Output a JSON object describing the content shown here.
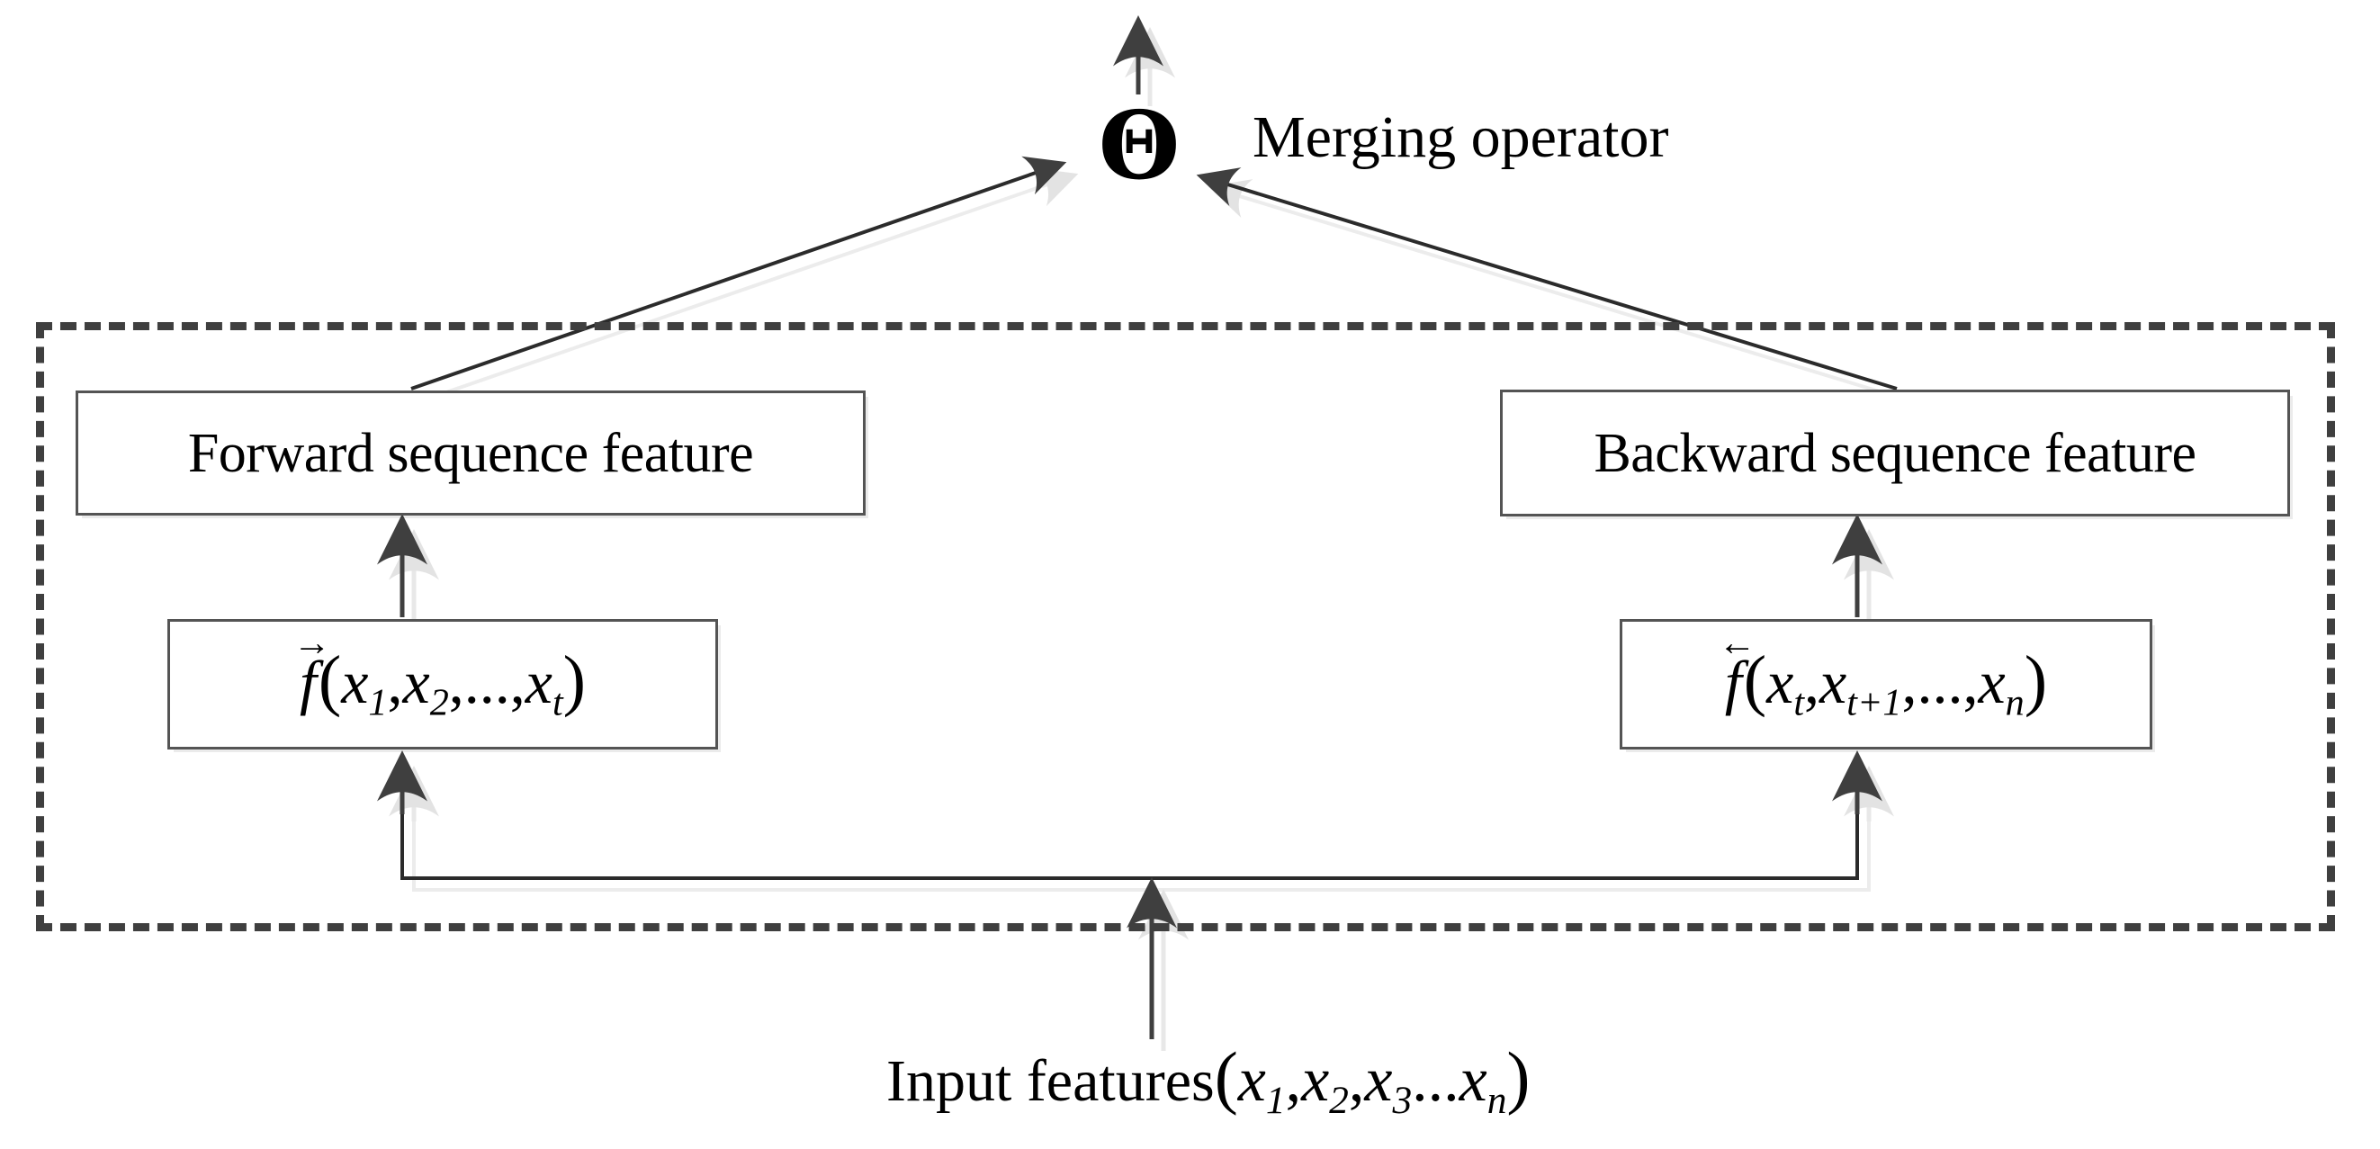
{
  "figure": {
    "type": "bidirectional-sequence-model-diagram",
    "background_color": "#ffffff",
    "line_color": "#3f3f3f",
    "box_border_color": "#545454",
    "shadow_color": "#e6e6e6"
  },
  "merge": {
    "operator_symbol": "Θ",
    "operator_label": "Merging operator",
    "output_arrow_name": "output-arrow"
  },
  "group": {
    "name": "bidirectional-block",
    "border_style": "dashed"
  },
  "boxes": {
    "forward_feature": "Forward sequence feature",
    "backward_feature": "Backward sequence feature"
  },
  "formulas": {
    "forward": {
      "accent": "→",
      "fn": "f",
      "open": "(",
      "terms": [
        "x",
        "x",
        "...",
        "x"
      ],
      "subs": [
        "1",
        "2",
        "",
        "t"
      ],
      "close": ")",
      "plain": "f→(x1, x2, ..., xt)"
    },
    "backward": {
      "accent": "←",
      "fn": "f",
      "open": "(",
      "terms": [
        "x",
        "x",
        "...",
        "x"
      ],
      "subs": [
        "t",
        "t+1",
        "",
        "n"
      ],
      "close": ")",
      "plain": "f←(xt, xt+1, ..., xn)"
    }
  },
  "input": {
    "text": "Input features",
    "open": "(",
    "terms": [
      "x",
      "x",
      "x",
      "x"
    ],
    "subs": [
      "1",
      "2",
      "3",
      "n"
    ],
    "separators": [
      ",",
      ",",
      "..."
    ],
    "close": ")",
    "plain": "Input features (x1, x2, x3...xn)"
  },
  "arrows": [
    {
      "name": "arrow-output-up",
      "from": "merging-operator",
      "to": "output"
    },
    {
      "name": "arrow-forward-to-merge",
      "from": "forward-sequence-feature",
      "to": "merging-operator"
    },
    {
      "name": "arrow-backward-to-merge",
      "from": "backward-sequence-feature",
      "to": "merging-operator"
    },
    {
      "name": "arrow-forward-formula-to-feature",
      "from": "forward-formula",
      "to": "forward-sequence-feature"
    },
    {
      "name": "arrow-backward-formula-to-feature",
      "from": "backward-formula",
      "to": "backward-sequence-feature"
    },
    {
      "name": "arrow-input-to-forward-formula",
      "from": "input-bus",
      "to": "forward-formula"
    },
    {
      "name": "arrow-input-to-backward-formula",
      "from": "input-bus",
      "to": "backward-formula"
    },
    {
      "name": "arrow-input-to-bus",
      "from": "input-features",
      "to": "input-bus"
    }
  ]
}
